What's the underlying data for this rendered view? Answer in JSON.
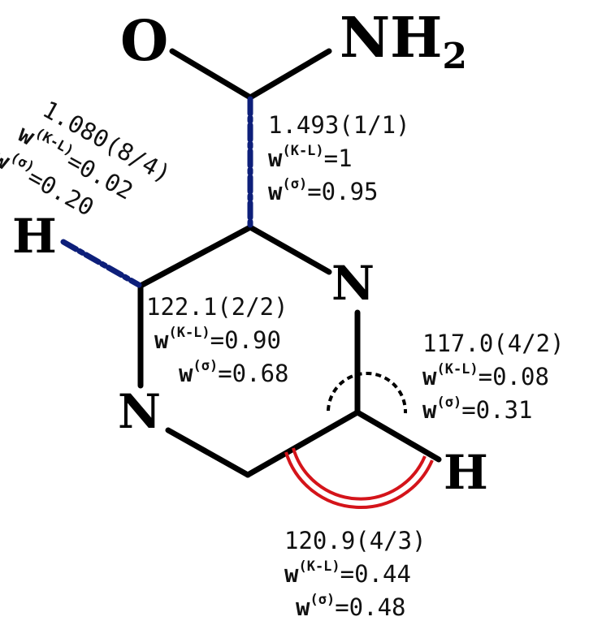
{
  "colors": {
    "bond": "#000000",
    "bond_length_highlight": "#0d1f7a",
    "angle_highlight_red": "#d4141a",
    "angle_highlight_dotted": "#000000"
  },
  "atoms": {
    "oxygen": "O",
    "amide_n": "NH",
    "amide_n_sub": "2",
    "ring_n_right": "N",
    "ring_n_left": "N",
    "h_left": "H",
    "h_right": "H"
  },
  "annotations": {
    "bond_c_c": {
      "value": "1.493(1/1)",
      "w_kl_label": "w",
      "w_kl_sup": "(K-L)",
      "w_kl_value": "=1",
      "w_sigma_label": "w",
      "w_sigma_sup": "(σ)",
      "w_sigma_value": "=0.95"
    },
    "bond_c_h": {
      "value": "1.080(8/4)",
      "w_kl_label": "w",
      "w_kl_sup": "(K-L)",
      "w_kl_value": "=0.02",
      "w_sigma_label": "w",
      "w_sigma_sup": "(σ)",
      "w_sigma_value": "=0.20"
    },
    "angle_ring": {
      "value": "122.1(2/2)",
      "w_kl_label": "w",
      "w_kl_sup": "(K-L)",
      "w_kl_value": "=0.90",
      "w_sigma_label": "w",
      "w_sigma_sup": "(σ)",
      "w_sigma_value": "=0.68"
    },
    "angle_dotted": {
      "value": "117.0(4/2)",
      "w_kl_label": "w",
      "w_kl_sup": "(K-L)",
      "w_kl_value": "=0.08",
      "w_sigma_label": "w",
      "w_sigma_sup": "(σ)",
      "w_sigma_value": "=0.31"
    },
    "angle_red": {
      "value": "120.9(4/3)",
      "w_kl_label": "w",
      "w_kl_sup": "(K-L)",
      "w_kl_value": "=0.44",
      "w_sigma_label": "w",
      "w_sigma_sup": "(σ)",
      "w_sigma_value": "=0.48"
    }
  }
}
